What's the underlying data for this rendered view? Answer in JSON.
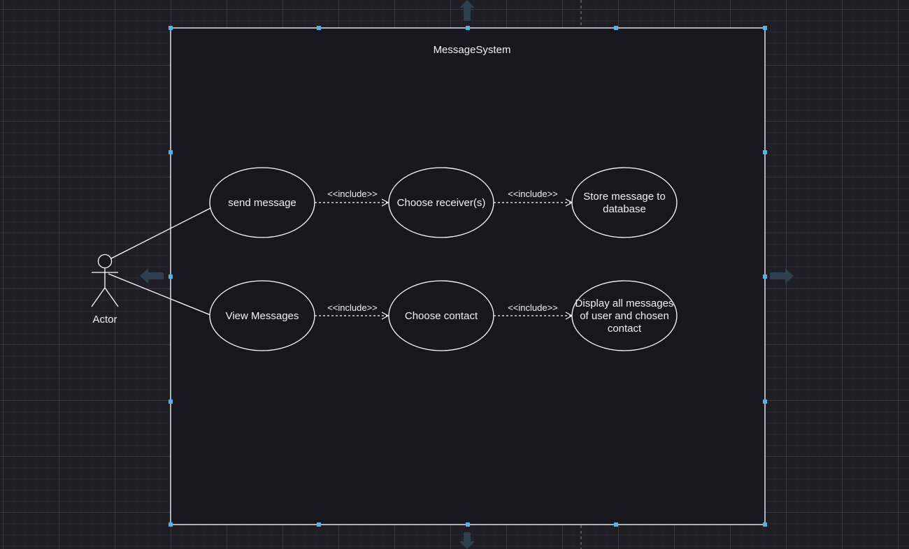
{
  "system": {
    "title": "MessageSystem"
  },
  "actor": {
    "label": "Actor"
  },
  "use_cases": {
    "send_message": "send message",
    "choose_receivers": "Choose receiver(s)",
    "store_message_line1": "Store message to",
    "store_message_line2": "database",
    "view_messages": "View Messages",
    "choose_contact": "Choose contact",
    "display_line1": "Display all messages",
    "display_line2": "of user and chosen",
    "display_line3": "contact"
  },
  "relations": {
    "include_1": "<<include>>",
    "include_2": "<<include>>",
    "include_3": "<<include>>",
    "include_4": "<<include>>"
  },
  "colors": {
    "canvas": "#1e1e24",
    "system_fill": "#18171f",
    "stroke": "#ffffff",
    "selection_handle": "#5ab0e6",
    "hover_arrow": "#2d4050"
  }
}
